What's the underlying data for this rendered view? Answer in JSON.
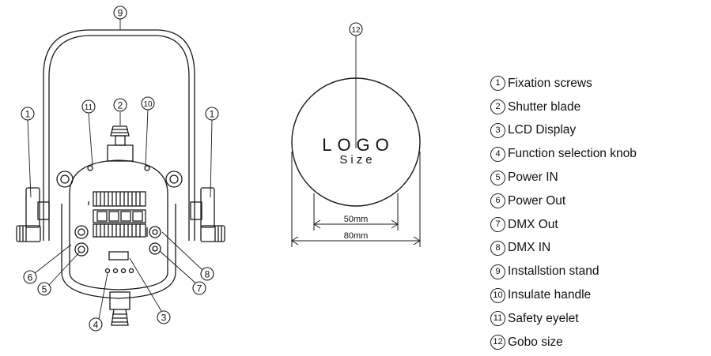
{
  "callouts": {
    "fixation_left": "1",
    "fixation_right": "1",
    "shutter": "2",
    "lcd": "3",
    "knob": "4",
    "power_in": "5",
    "power_out": "6",
    "dmx_out": "7",
    "dmx_in": "8",
    "stand": "9",
    "handle": "10",
    "eyelet": "11",
    "gobo": "12"
  },
  "gobo": {
    "logo_text": "LOGO",
    "size_text": "Size",
    "inner_dimension": "50mm",
    "outer_dimension": "80mm"
  },
  "legend": [
    {
      "num": "1",
      "label": "Fixation screws"
    },
    {
      "num": "2",
      "label": "Shutter blade"
    },
    {
      "num": "3",
      "label": "LCD Display"
    },
    {
      "num": "4",
      "label": "Function selection knob"
    },
    {
      "num": "5",
      "label": "Power IN"
    },
    {
      "num": "6",
      "label": "Power Out"
    },
    {
      "num": "7",
      "label": "DMX Out"
    },
    {
      "num": "8",
      "label": "DMX IN"
    },
    {
      "num": "9",
      "label": "Installstion stand"
    },
    {
      "num": "10",
      "label": "Insulate handle"
    },
    {
      "num": "11",
      "label": "Safety eyelet"
    },
    {
      "num": "12",
      "label": "Gobo size"
    }
  ]
}
